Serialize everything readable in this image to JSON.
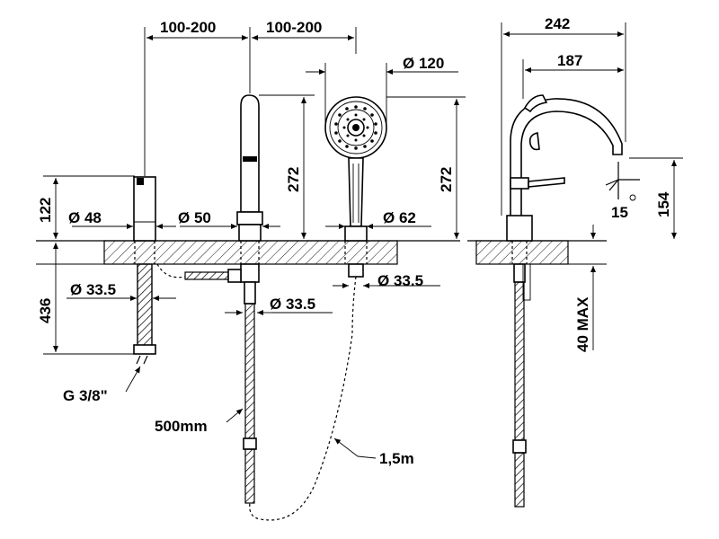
{
  "dimensions": {
    "spacing_left": "100-200",
    "spacing_right": "100-200",
    "handshower_dia": "Ø 120",
    "spout_reach_total": "242",
    "spout_reach": "187",
    "mixer_height": "122",
    "mixer_dia": "Ø 48",
    "spout_dia": "Ø 50",
    "handshower_base_dia": "Ø 62",
    "spout_height": "272",
    "handshower_height": "272",
    "side_height": "154",
    "angle": "15",
    "below_deck": "436",
    "mixer_hole": "Ø 33.5",
    "spout_hole": "Ø 33.5",
    "handshower_hole": "Ø 33.5",
    "deck_max": "40 MAX",
    "connection": "G 3/8\"",
    "hose_short": "500mm",
    "hose_long": "1,5m"
  },
  "colors": {
    "line": "#000000",
    "background": "#ffffff"
  }
}
